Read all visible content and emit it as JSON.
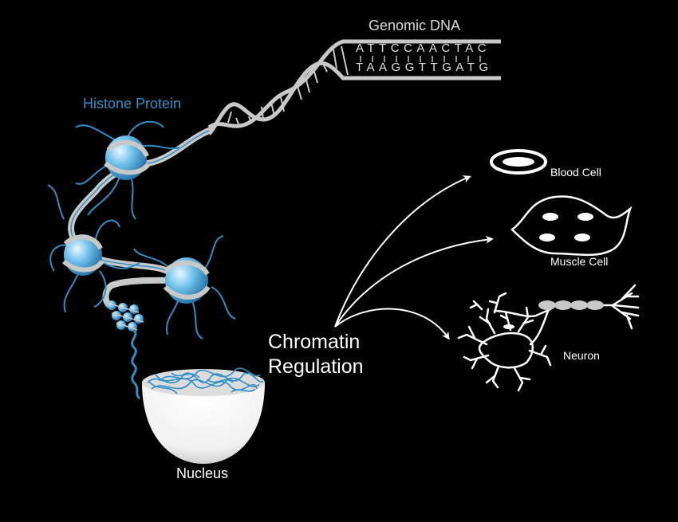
{
  "labels": {
    "genomic_dna": "Genomic DNA",
    "histone_protein": "Histone Protein",
    "chromatin_line1": "Chromatin",
    "chromatin_line2": "Regulation",
    "nucleus": "Nucleus",
    "blood_cell": "Blood Cell",
    "muscle_cell": "Muscle Cell",
    "neuron": "Neuron"
  },
  "dna_sequence": {
    "top_strand": "ATTCCAACTAC",
    "bottom_strand": "TAAGGTTGATG"
  },
  "colors": {
    "background": "#000000",
    "histone_blue": "#2e8fc6",
    "dna_gray": "#c8c8c8",
    "text_white": "#ffffff"
  }
}
